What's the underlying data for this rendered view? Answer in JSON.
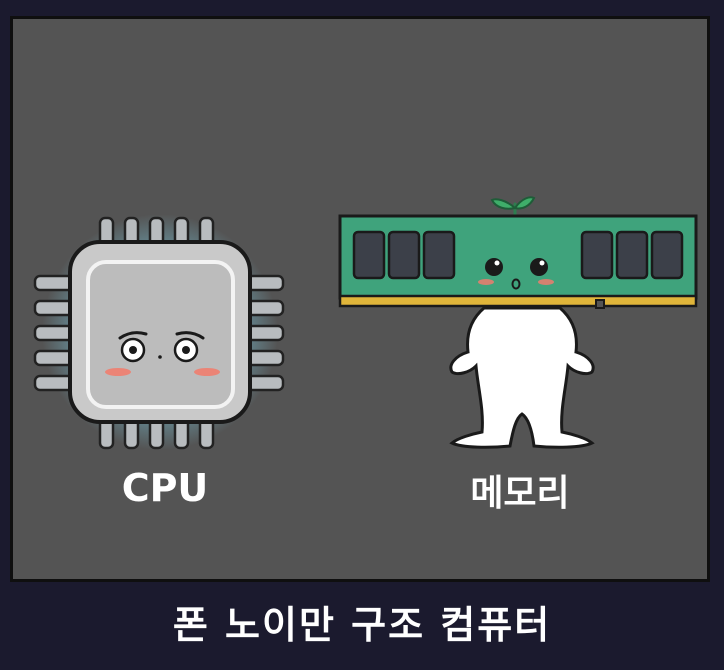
{
  "labels": {
    "cpu": "CPU",
    "memory": "메모리"
  },
  "caption": "폰 노이만 구조 컴퓨터",
  "colors": {
    "background": "#1b1a2e",
    "panel": "#545454",
    "chip_body": "#c9c9c9",
    "chip_glow": "#7fd8f0",
    "ram_board": "#3fa37c",
    "ram_contacts": "#e0b53a",
    "blush": "#ef7d6e"
  }
}
